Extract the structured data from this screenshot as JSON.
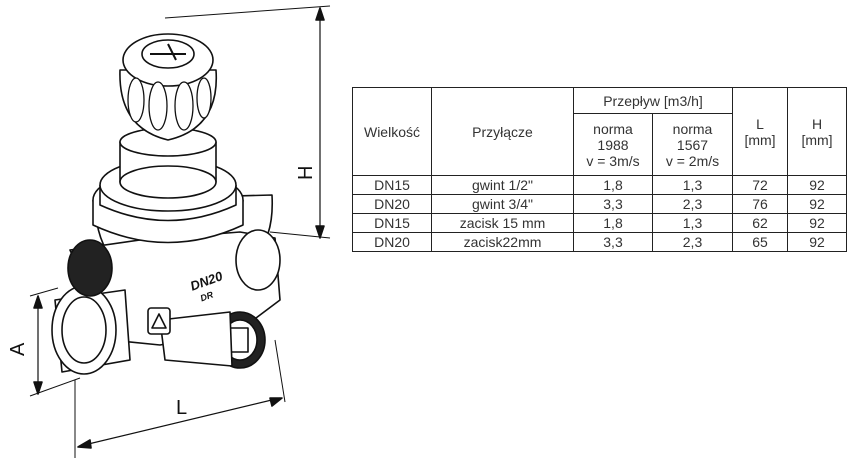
{
  "drawing": {
    "dimension_labels": {
      "height": "H",
      "connection": "A",
      "length": "L"
    },
    "body_marking": {
      "size": "DN20",
      "code": "DR"
    }
  },
  "table": {
    "headers": {
      "size": "Wielkość",
      "connection": "Przyłącze",
      "flow": "Przepływ [m3/h]",
      "flow_norm_1988": [
        "norma",
        "1988",
        "v = 3m/s"
      ],
      "flow_norm_1567": [
        "norma",
        "1567",
        "v = 2m/s"
      ],
      "length": [
        "L",
        "[mm]"
      ],
      "height": [
        "H",
        "[mm]"
      ]
    },
    "rows": [
      {
        "size": "DN15",
        "connection": "gwint 1/2\"",
        "flow_1988": "1,8",
        "flow_1567": "1,3",
        "L": "72",
        "H": "92"
      },
      {
        "size": "DN20",
        "connection": "gwint 3/4\"",
        "flow_1988": "3,3",
        "flow_1567": "2,3",
        "L": "76",
        "H": "92"
      },
      {
        "size": "DN15",
        "connection": "zacisk 15 mm",
        "flow_1988": "1,8",
        "flow_1567": "1,3",
        "L": "62",
        "H": "92"
      },
      {
        "size": "DN20",
        "connection": "zacisk22mm",
        "flow_1988": "3,3",
        "flow_1567": "2,3",
        "L": "65",
        "H": "92"
      }
    ]
  }
}
